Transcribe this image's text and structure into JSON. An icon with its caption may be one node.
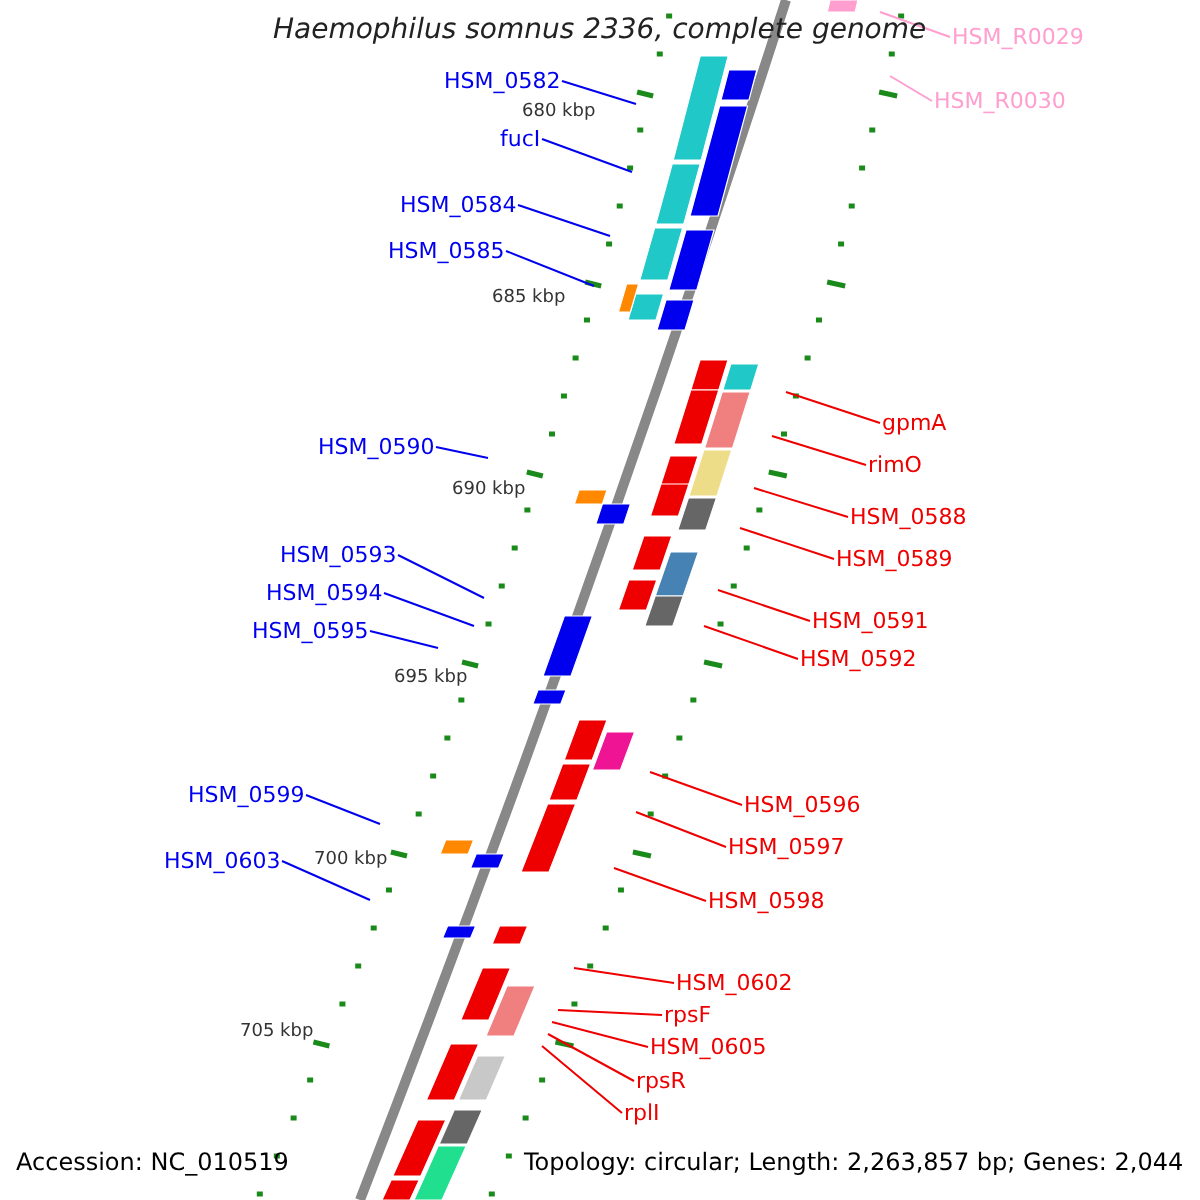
{
  "diagram": {
    "title": "Haemophilus somnus 2336, complete genome",
    "nodes": [
      {
        "text": [
          "HSM_R0029"
        ]
      },
      {
        "text": [
          "HSM_R0030"
        ]
      },
      {
        "text": [
          "HSM_0582"
        ]
      },
      {
        "text": [
          "fucI"
        ]
      },
      {
        "text": [
          "HSM_0584"
        ]
      },
      {
        "text": [
          "HSM_0585"
        ]
      },
      {
        "text": [
          "gpmA"
        ]
      },
      {
        "text": [
          "rimO"
        ]
      },
      {
        "text": [
          "HSM_0588"
        ]
      },
      {
        "text": [
          "HSM_0589"
        ]
      },
      {
        "text": [
          "HSM_0590"
        ]
      },
      {
        "text": [
          "HSM_0591"
        ]
      },
      {
        "text": [
          "HSM_0592"
        ]
      },
      {
        "text": [
          "HSM_0593"
        ]
      },
      {
        "text": [
          "HSM_0594"
        ]
      },
      {
        "text": [
          "HSM_0595"
        ]
      },
      {
        "text": [
          "HSM_0596"
        ]
      },
      {
        "text": [
          "HSM_0597"
        ]
      },
      {
        "text": [
          "HSM_0598"
        ]
      },
      {
        "text": [
          "HSM_0599"
        ]
      },
      {
        "text": [
          "HSM_0603"
        ]
      },
      {
        "text": [
          "HSM_0602"
        ]
      },
      {
        "text": [
          "rpsF"
        ]
      },
      {
        "text": [
          "HSM_0605"
        ]
      },
      {
        "text": [
          "rpsR"
        ]
      },
      {
        "text": [
          "rplI"
        ]
      }
    ],
    "edges": [
      {
        "from": 0,
        "to": null,
        "arrow": "none",
        "color": "#ff9ecf"
      },
      {
        "from": 1,
        "to": null,
        "arrow": "none",
        "color": "#ff9ecf"
      },
      {
        "from": 2,
        "to": null,
        "arrow": "none",
        "color": "#0000ee"
      },
      {
        "from": 3,
        "to": null,
        "arrow": "none",
        "color": "#0000ee"
      },
      {
        "from": 4,
        "to": null,
        "arrow": "none",
        "color": "#0000ee"
      },
      {
        "from": 5,
        "to": null,
        "arrow": "none",
        "color": "#0000ee"
      },
      {
        "from": 6,
        "to": null,
        "arrow": "none"
      },
      {
        "from": 7,
        "to": null,
        "arrow": "none"
      },
      {
        "from": 8,
        "to": null,
        "arrow": "none"
      },
      {
        "from": 9,
        "to": null,
        "arrow": "none"
      },
      {
        "from": 10,
        "to": null,
        "arrow": "none",
        "color": "#0000ee"
      },
      {
        "from": 11,
        "to": null,
        "arrow": "none"
      },
      {
        "from": 12,
        "to": null,
        "arrow": "none"
      },
      {
        "from": 13,
        "to": null,
        "arrow": "none",
        "color": "#0000ee"
      },
      {
        "from": 14,
        "to": null,
        "arrow": "none",
        "color": "#0000ee"
      },
      {
        "from": 15,
        "to": null,
        "arrow": "none",
        "color": "#0000ee"
      },
      {
        "from": 16,
        "to": null,
        "arrow": "none"
      },
      {
        "from": 17,
        "to": null,
        "arrow": "none"
      },
      {
        "from": 18,
        "to": null,
        "arrow": "none"
      },
      {
        "from": 19,
        "to": null,
        "arrow": "none",
        "color": "#0000ee"
      },
      {
        "from": 20,
        "to": null,
        "arrow": "none",
        "color": "#0000ee"
      },
      {
        "from": 21,
        "to": null,
        "arrow": "none"
      },
      {
        "from": 22,
        "to": null,
        "arrow": "none"
      },
      {
        "from": 23,
        "to": null,
        "arrow": "none"
      },
      {
        "from": 24,
        "to": null,
        "arrow": "none"
      },
      {
        "from": 25,
        "to": null,
        "arrow": "none"
      }
    ],
    "labels": [
      "680 kbp",
      "685 kbp",
      "690 kbp",
      "695 kbp",
      "700 kbp",
      "705 kbp",
      "Accession: NC_010519",
      "Topology: circular; Length: 2,263,857 bp; Genes: 2,044"
    ]
  }
}
